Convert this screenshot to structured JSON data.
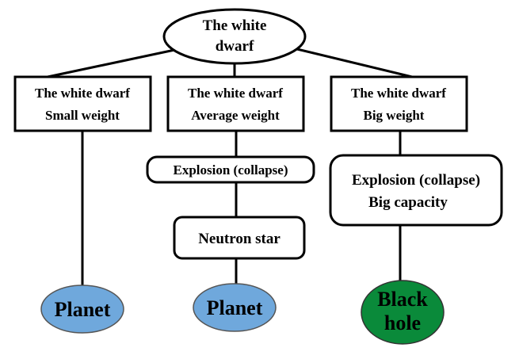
{
  "root": {
    "lines": [
      "The white",
      "dwarf"
    ]
  },
  "branches": [
    {
      "box": [
        "The white dwarf",
        "Small weight"
      ],
      "steps": [],
      "result": {
        "lines": [
          "Planet"
        ],
        "color": "#6fa8dc"
      }
    },
    {
      "box": [
        "The white dwarf",
        "Average weight"
      ],
      "steps": [
        [
          "Explosion (collapse)"
        ],
        [
          "Neutron star"
        ]
      ],
      "result": {
        "lines": [
          "Planet"
        ],
        "color": "#6fa8dc"
      }
    },
    {
      "box": [
        "The white dwarf",
        "Big weight"
      ],
      "steps": [
        [
          "Explosion (collapse)",
          "Big capacity"
        ]
      ],
      "result": {
        "lines": [
          "Black",
          "hole"
        ],
        "color": "#0a8a3a"
      }
    }
  ]
}
